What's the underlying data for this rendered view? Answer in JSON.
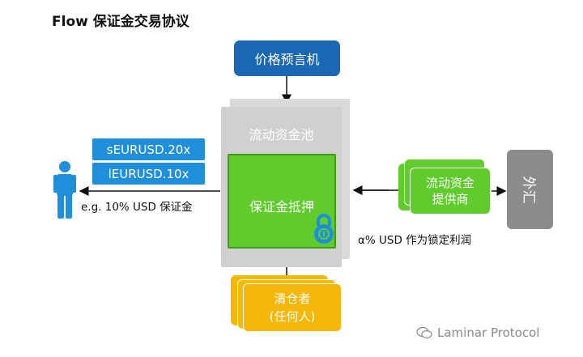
{
  "title": "Flow 保证金交易协议",
  "oracle": {
    "label": "价格预言机"
  },
  "pool": {
    "label": "流动资金池",
    "collateral_label": "保证金抵押"
  },
  "tokens": [
    {
      "label": "sEURUSD.20x"
    },
    {
      "label": "lEURUSD.10x"
    }
  ],
  "trader": {
    "margin_note": "e.g. 10% USD 保证金"
  },
  "liquidity_provider": {
    "line1": "流动资金",
    "line2": "提供商"
  },
  "profit_note": "α% USD 作为锁定利润",
  "exchange": {
    "label": "外汇"
  },
  "liquidator": {
    "line1": "清仓者",
    "line2": "(任何人)"
  },
  "watermark": "Laminar Protocol",
  "colors": {
    "oracle_blue": "#1a67b3",
    "token_blue": "#1f8fd9",
    "green": "#5fcb2c",
    "yellow": "#f5b70a",
    "gray": "#d0d0d0",
    "exchange_gray": "#8c8c8c"
  },
  "icons": [
    "lock-icon",
    "person-icon",
    "wechat-icon"
  ]
}
